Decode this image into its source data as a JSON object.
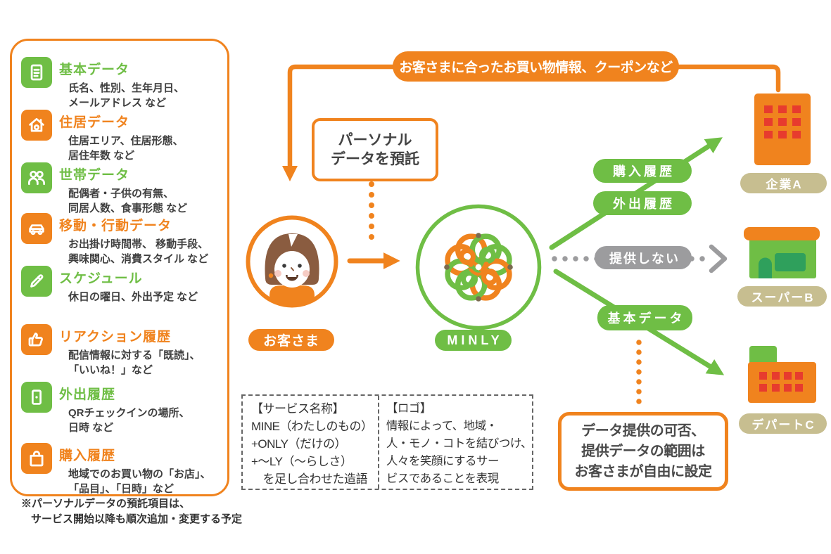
{
  "colors": {
    "orange": "#F0831E",
    "green": "#6FBE45",
    "gray": "#9C9C9E",
    "tan": "#C7BE90",
    "window_red": "#E73B2E",
    "dark_green": "#2FA05C",
    "text": "#3F3F3F"
  },
  "sidebar": {
    "items": [
      {
        "icon": "document-icon",
        "color": "green",
        "title": "基本データ",
        "desc": [
          "氏名、性別、生年月日、",
          "メールアドレス など"
        ]
      },
      {
        "icon": "home-icon",
        "color": "orange",
        "title": "住居データ",
        "desc": [
          "住居エリア、住居形態、",
          "居住年数 など"
        ]
      },
      {
        "icon": "people-icon",
        "color": "green",
        "title": "世帯データ",
        "desc": [
          "配偶者・子供の有無、",
          "同居人数、食事形態 など"
        ]
      },
      {
        "icon": "car-icon",
        "color": "orange",
        "title": "移動・行動データ",
        "desc": [
          "お出掛け時間帯、 移動手段、",
          "興味関心、消費スタイル など"
        ]
      },
      {
        "icon": "pencil-icon",
        "color": "green",
        "title": "スケジュール",
        "desc": [
          "休日の曜日、外出予定 など"
        ]
      },
      {
        "icon": "thumbsup-icon",
        "color": "orange",
        "title": "リアクション履歴",
        "desc": [
          "配信情報に対する「既読」、",
          "「いいね！」など"
        ]
      },
      {
        "icon": "door-icon",
        "color": "green",
        "title": "外出履歴",
        "desc": [
          "QRチェックインの場所、",
          "日時 など"
        ]
      },
      {
        "icon": "bag-icon",
        "color": "orange",
        "title": "購入履歴",
        "desc": [
          "地域でのお買い物の「お店」、",
          "「品目」、「日時」など"
        ]
      }
    ],
    "footnote": [
      "※パーソナルデータの預託項目は、",
      "サービス開始以降も順次追加・変更する予定"
    ]
  },
  "banner": {
    "label": "お客さまに合ったお買い物情報、クーポンなど"
  },
  "deposit_note": {
    "lines": [
      "パーソナル",
      "データを預託"
    ]
  },
  "customer": {
    "label": "お客さま"
  },
  "service": {
    "label": "MINLY"
  },
  "flows": {
    "company_a": [
      "購入履歴",
      "外出履歴"
    ],
    "super_b": "提供しない",
    "depart_c": "基本データ"
  },
  "recipients": {
    "company_a": "企業A",
    "super_b": "スーパーB",
    "depart_c": "デパートC"
  },
  "naming_box": {
    "left": [
      "【サービス名称】",
      "MINE（わたしのもの）",
      "+ONLY（だけの）",
      "+〜LY（〜らしさ）",
      "　を足し合わせた造語"
    ],
    "right": [
      "【ロゴ】",
      "情報によって、地域・",
      "人・モノ・コトを結びつけ、",
      "人々を笑顔にするサー",
      "ビスであることを表現"
    ]
  },
  "settings_box": {
    "lines": [
      "データ提供の可否、",
      "提供データの範囲は",
      "お客さまが自由に設定"
    ]
  }
}
